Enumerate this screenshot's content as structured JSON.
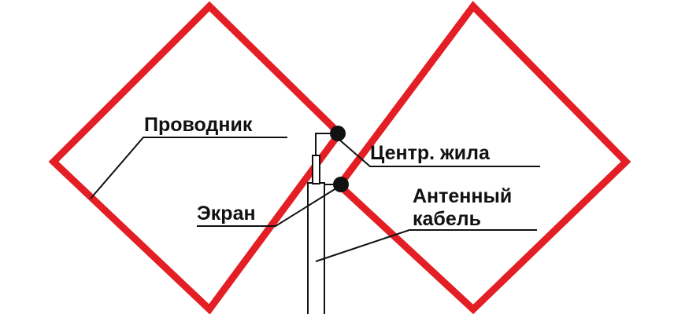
{
  "colors": {
    "background": "#ffffff",
    "conductor": "#e31e24",
    "line": "#111111"
  },
  "labels": {
    "conductor": "Проводник",
    "center_core": "Центр. жила",
    "screen": "Экран",
    "cable_line1": "Антенный",
    "cable_line2": "кабель"
  }
}
